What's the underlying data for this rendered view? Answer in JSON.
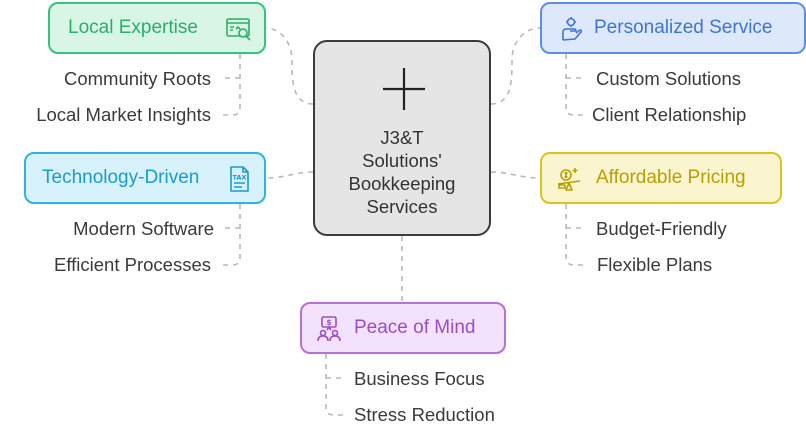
{
  "center": {
    "title": "J3&T\nSolutions'\nBookkeeping\nServices"
  },
  "branches": {
    "local_expertise": {
      "label": "Local Expertise",
      "icon": "market-analysis-icon",
      "color": "#35c47d",
      "children": [
        "Community Roots",
        "Local Market Insights"
      ]
    },
    "personalized_service": {
      "label": "Personalized Service",
      "icon": "hand-gear-icon",
      "color": "#5b8fe6",
      "children": [
        "Custom Solutions",
        "Client Relationship"
      ]
    },
    "technology_driven": {
      "label": "Technology-Driven",
      "icon": "tax-document-icon",
      "color": "#2eb4e0",
      "children": [
        "Modern Software",
        "Efficient Processes"
      ]
    },
    "affordable_pricing": {
      "label": "Affordable Pricing",
      "icon": "money-scale-icon",
      "color": "#dcc21a",
      "children": [
        "Budget-Friendly",
        "Flexible Plans"
      ]
    },
    "peace_of_mind": {
      "label": "Peace of Mind",
      "icon": "people-money-icon",
      "color": "#b86fdc",
      "children": [
        "Business Focus",
        "Stress Reduction"
      ]
    }
  }
}
